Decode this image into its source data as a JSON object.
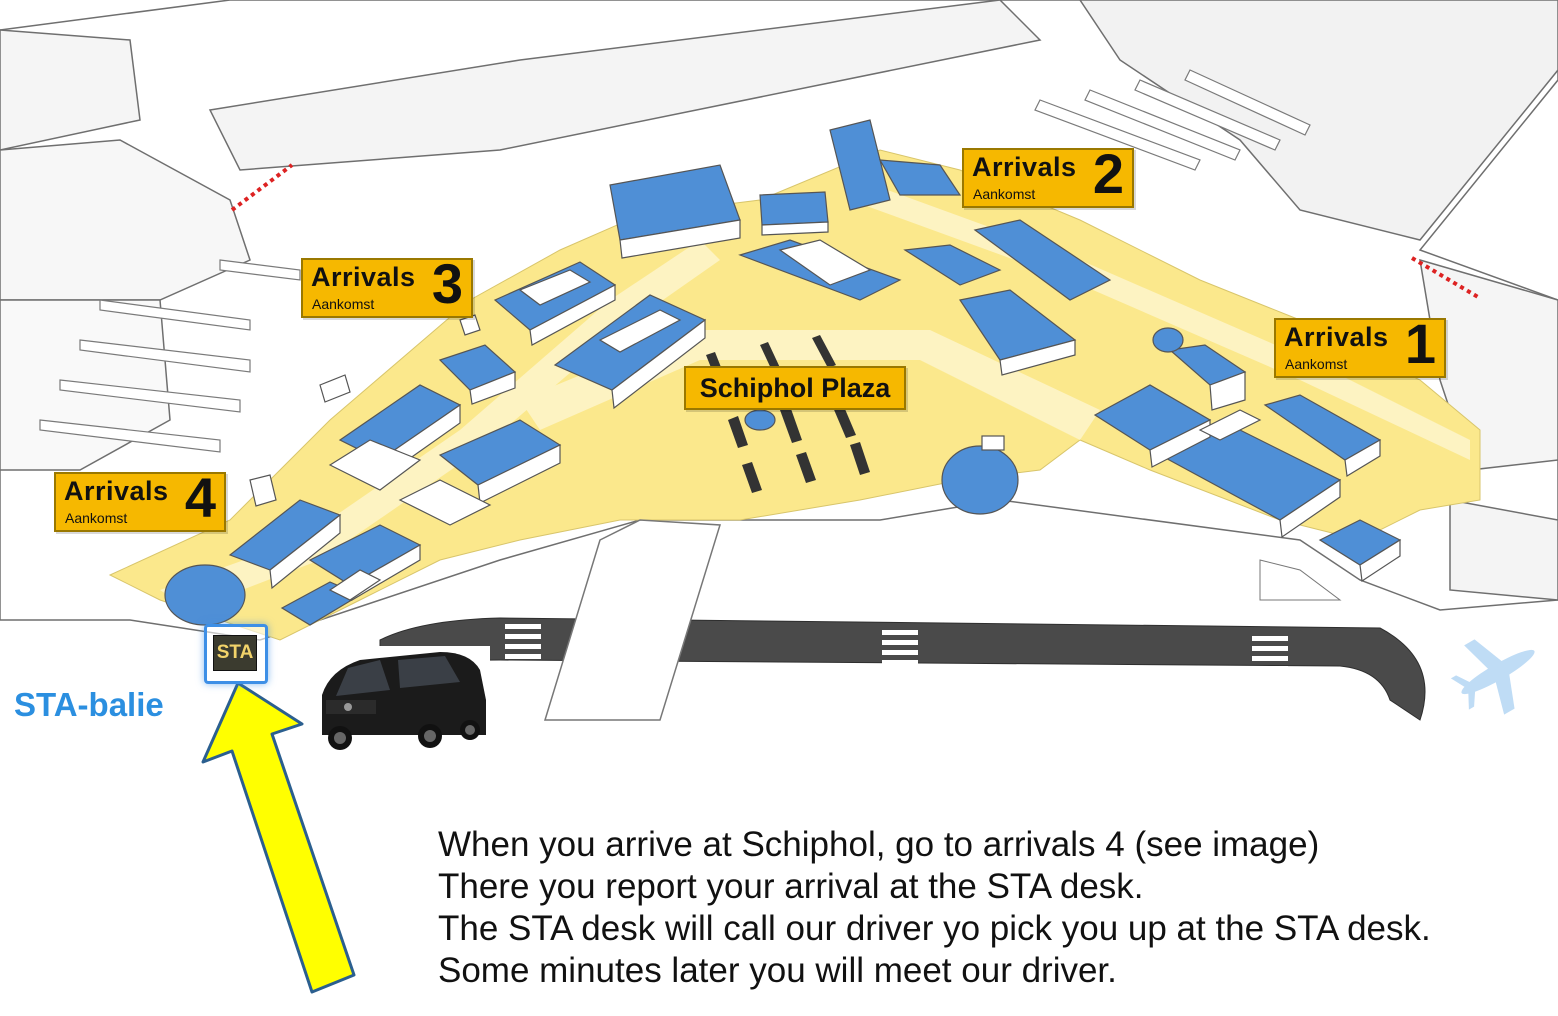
{
  "signs": {
    "arrivals_1": {
      "label": "Arrivals",
      "sublabel": "Aankomst",
      "number": "1"
    },
    "arrivals_2": {
      "label": "Arrivals",
      "sublabel": "Aankomst",
      "number": "2"
    },
    "arrivals_3": {
      "label": "Arrivals",
      "sublabel": "Aankomst",
      "number": "3"
    },
    "arrivals_4": {
      "label": "Arrivals",
      "sublabel": "Aankomst",
      "number": "4"
    },
    "plaza": "Schiphol Plaza"
  },
  "sta": {
    "box_label": "STA",
    "caption": "STA-balie"
  },
  "instructions": [
    "When you arrive at Schiphol, go to arrivals 4 (see image)",
    "There you report your arrival at the STA desk.",
    "The STA desk will call our driver yo pick you up at the STA desk.",
    "Some minutes later you will meet our driver."
  ],
  "colors": {
    "floor_yellow": "#fbe88c",
    "building_blue": "#4f8fd6",
    "sign_yellow": "#f6b800",
    "road": "#4a4a4a",
    "arrow_yellow": "#ffff00",
    "sta_blue": "#2b8fe0"
  },
  "icons": [
    "airplane-icon",
    "car-icon",
    "arrow-up-icon"
  ]
}
